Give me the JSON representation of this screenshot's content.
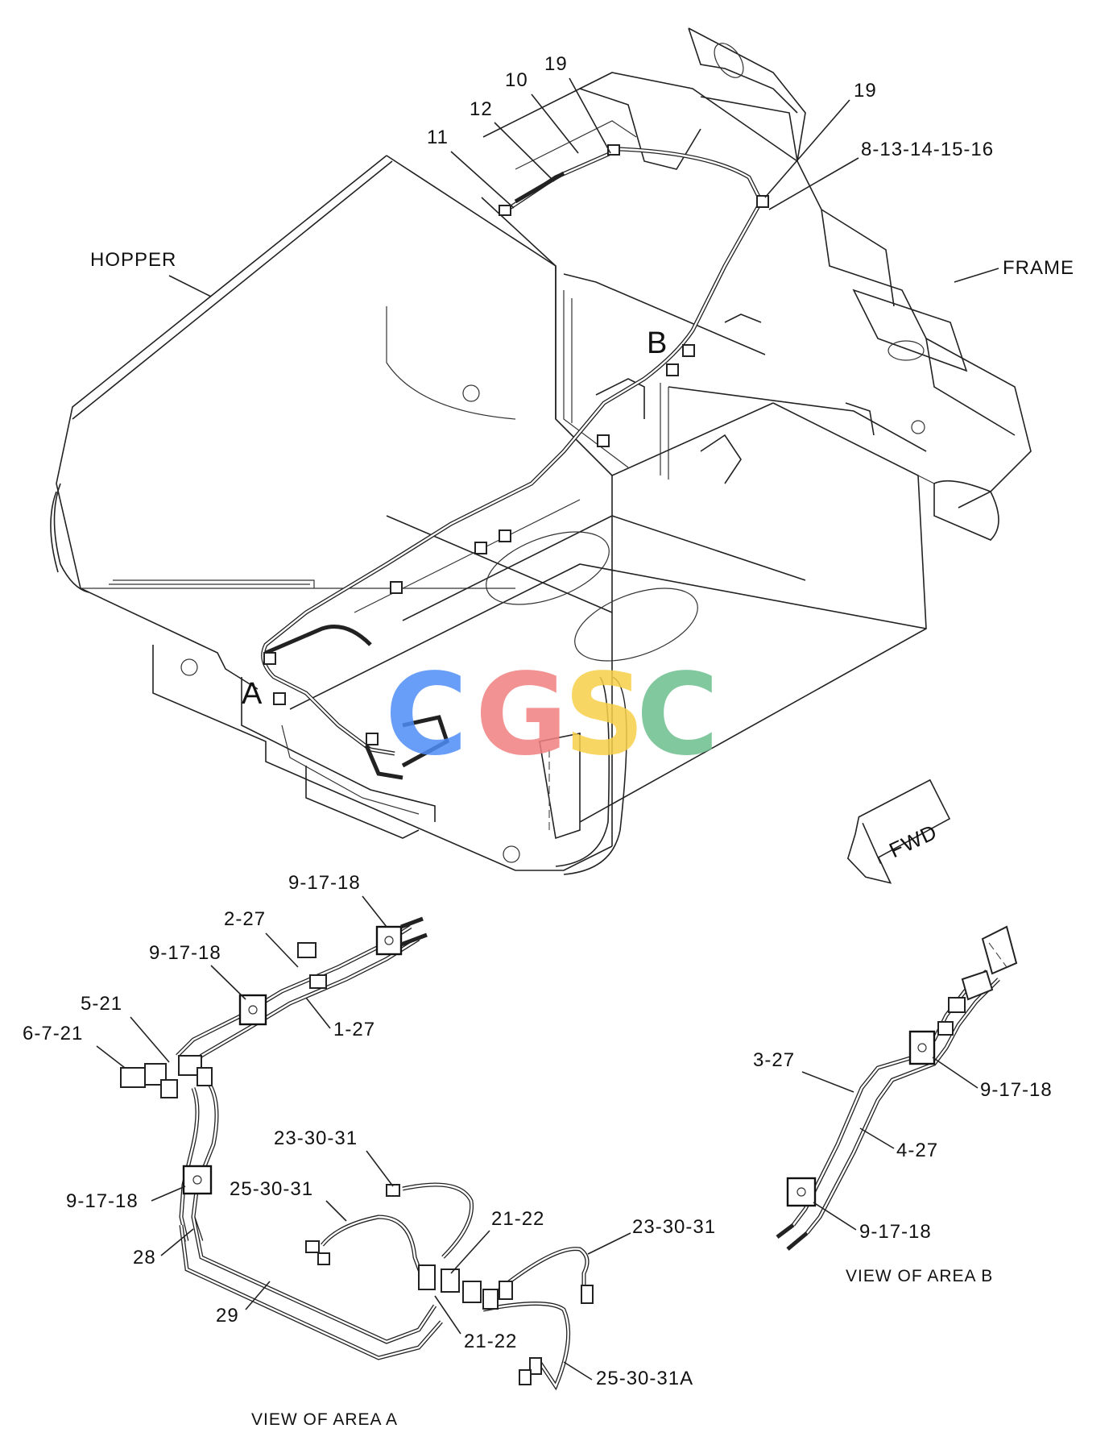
{
  "labels": {
    "hopper": "HOPPER",
    "frame": "FRAME",
    "area_a": "A",
    "area_b": "B",
    "fwd": "FWD",
    "p19a": "19",
    "p19b": "19",
    "p10": "10",
    "p12": "12",
    "p11": "11",
    "p8_16": "8-13-14-15-16"
  },
  "area_a_view": {
    "caption": "VIEW OF AREA A",
    "c1": "9-17-18",
    "c2": "2-27",
    "c3": "9-17-18",
    "c4": "5-21",
    "c5": "6-7-21",
    "c6": "1-27",
    "c7": "23-30-31",
    "c8": "9-17-18",
    "c9": "25-30-31",
    "c10": "21-22",
    "c11": "23-30-31",
    "c12": "28",
    "c13": "29",
    "c14": "21-22",
    "c15": "25-30-31A"
  },
  "area_b_view": {
    "caption": "VIEW OF AREA B",
    "c1": "3-27",
    "c2": "9-17-18",
    "c3": "4-27",
    "c4": "9-17-18"
  },
  "watermark": {
    "letters": [
      "C",
      "G",
      "S",
      "C"
    ],
    "colors": [
      "#4f8ef7",
      "#f08080",
      "#f7d04a",
      "#6dbf8f"
    ]
  }
}
